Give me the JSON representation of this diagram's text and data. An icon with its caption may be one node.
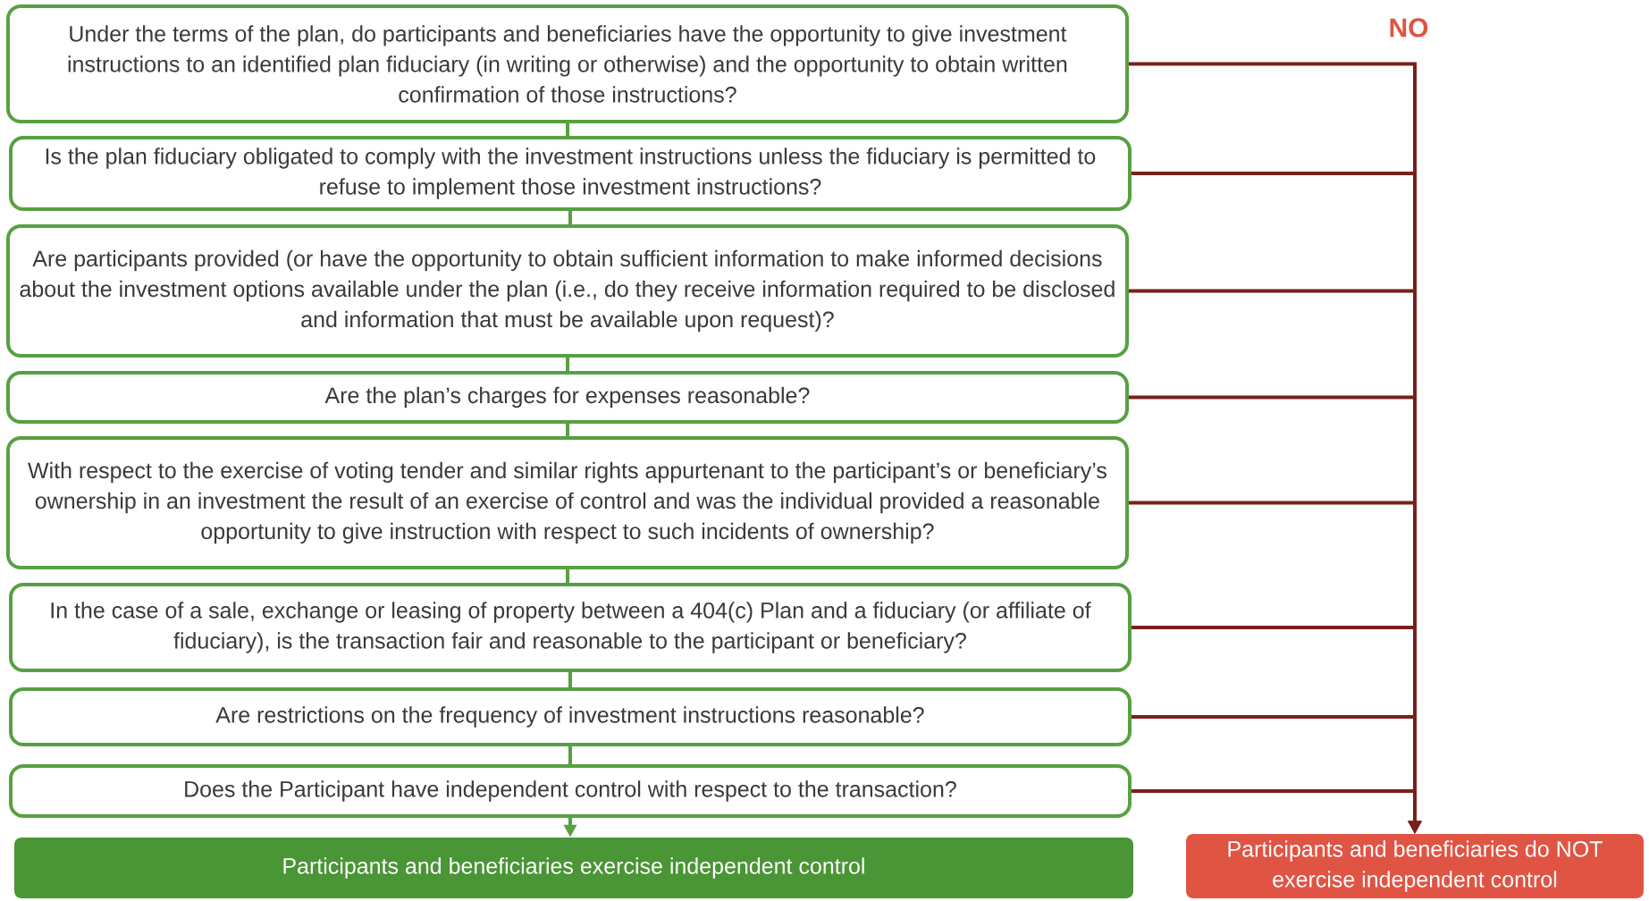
{
  "diagram": {
    "nodes": [
      {
        "text": [
          "Under the terms of the plan, do participants and beneficiaries have the opportunity to give investment instructions to an identified plan fiduciary (in writing or otherwise) and the opportunity to obtain written confirmation of those instructions?"
        ]
      },
      {
        "text": [
          "Is the plan fiduciary obligated to comply with the investment instructions unless the fiduciary is permitted to refuse to implement those investment instructions?"
        ]
      },
      {
        "text": [
          "Are participants provided (or have the opportunity to obtain sufficient information to make informed decisions about the investment options available under the plan (i.e., do they receive information required to be disclosed and information that must be available upon request)?"
        ]
      },
      {
        "text": [
          "Are the plan’s charges for expenses reasonable?"
        ]
      },
      {
        "text": [
          "With respect to the exercise of voting tender and similar rights appurtenant to the participant’s or beneficiary’s ownership in an investment the result of an exercise of control and was the individual provided a reasonable opportunity to give instruction with respect to such incidents of ownership?"
        ]
      },
      {
        "text": [
          "In the case of a sale, exchange or leasing of property between a 404(c) Plan and a fiduciary (or affiliate of fiduciary), is the transaction fair and reasonable to the participant or beneficiary?"
        ]
      },
      {
        "text": [
          "Are restrictions on the frequency of investment instructions reasonable?"
        ]
      },
      {
        "text": [
          "Does the Participant have independent control with respect to the transaction?"
        ]
      },
      {
        "text": [
          "Participants and beneficiaries exercise independent control"
        ]
      },
      {
        "text": [
          "Participants and beneficiaries do NOT exercise independent control"
        ]
      }
    ],
    "edges": [
      {
        "from": 0,
        "to": 1,
        "arrow": "none",
        "color": "#57a043"
      },
      {
        "from": 1,
        "to": 2,
        "arrow": "none",
        "color": "#57a043"
      },
      {
        "from": 2,
        "to": 3,
        "arrow": "none",
        "color": "#57a043"
      },
      {
        "from": 3,
        "to": 4,
        "arrow": "none",
        "color": "#57a043"
      },
      {
        "from": 4,
        "to": 5,
        "arrow": "none",
        "color": "#57a043"
      },
      {
        "from": 5,
        "to": 6,
        "arrow": "none",
        "color": "#57a043"
      },
      {
        "from": 6,
        "to": 7,
        "arrow": "none",
        "color": "#57a043"
      },
      {
        "from": 7,
        "to": 8,
        "arrow": "to",
        "color": "#57a043"
      },
      {
        "from": 0,
        "to": 9,
        "arrow": "to",
        "color": "#7b1f1a"
      },
      {
        "from": 1,
        "to": 9,
        "arrow": "to",
        "color": "#7b1f1a"
      },
      {
        "from": 2,
        "to": 9,
        "arrow": "to",
        "color": "#7b1f1a"
      },
      {
        "from": 3,
        "to": 9,
        "arrow": "to",
        "color": "#7b1f1a"
      },
      {
        "from": 4,
        "to": 9,
        "arrow": "to",
        "color": "#7b1f1a"
      },
      {
        "from": 5,
        "to": 9,
        "arrow": "to",
        "color": "#7b1f1a"
      },
      {
        "from": 6,
        "to": 9,
        "arrow": "to",
        "color": "#7b1f1a"
      },
      {
        "from": 7,
        "to": 9,
        "arrow": "to",
        "color": "#7b1f1a"
      }
    ],
    "labels": [
      "NO"
    ]
  }
}
